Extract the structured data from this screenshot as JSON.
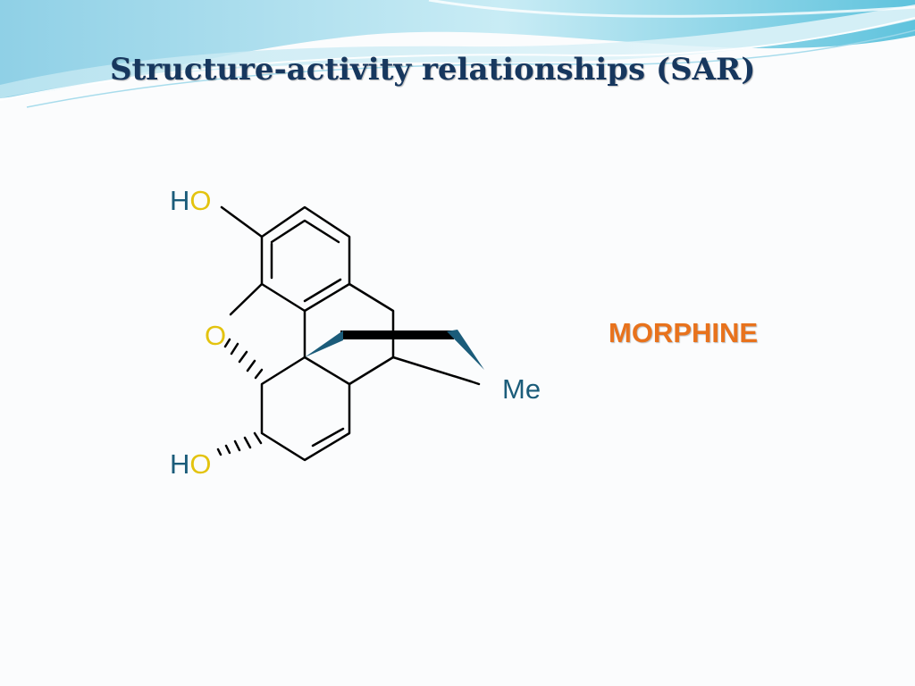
{
  "slide": {
    "title": "Structure-activity relationships (SAR)"
  },
  "molecule": {
    "name_label": "MORPHINE",
    "atoms": {
      "phenol_h": "H",
      "phenol_o": "O",
      "ether_o": "O",
      "alcohol_h": "H",
      "alcohol_o": "O",
      "n_methyl": "Me"
    }
  },
  "colors": {
    "title": "#17375e",
    "hetero_h_and_me": "#1b5c7a",
    "oxygen": "#e3c30f",
    "compound_name": "#e8721c",
    "wedge": "#1b5c7a",
    "bonds": "#000000"
  }
}
